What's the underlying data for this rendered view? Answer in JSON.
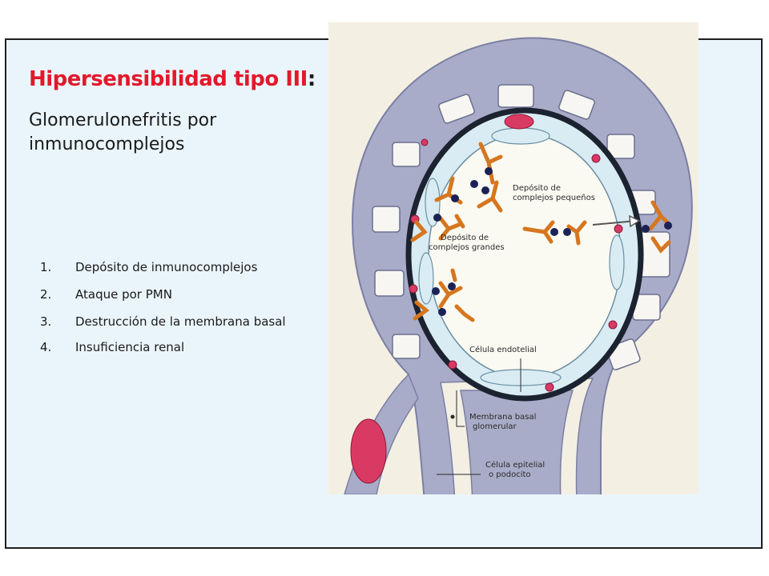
{
  "title": {
    "main": "Hipersensibilidad tipo III",
    "colon": ":",
    "subtitle_line1": "Glomerulonefritis por",
    "subtitle_line2": "inmunocomplejos"
  },
  "steps": [
    {
      "num": "1.",
      "text": "Depósito de inmunocomplejos"
    },
    {
      "num": "2.",
      "text": "Ataque por PMN"
    },
    {
      "num": "3.",
      "text": "Destrucción de la membrana basal"
    },
    {
      "num": "4.",
      "text": "Insuficiencia renal"
    }
  ],
  "figure_labels": {
    "small_deposit_1": "Depósito de",
    "small_deposit_2": "complejos pequeños",
    "large_deposit_1": "Depósito de",
    "large_deposit_2": "complejos grandes",
    "endothelial": "Célula endotelial",
    "basement_1": "Membrana basal",
    "basement_2": "glomerular",
    "epithelial_1": "Célula epitelial",
    "epithelial_2": "o podocito"
  },
  "colors": {
    "title_red": "#e3182b",
    "text_dark": "#1a1a1a",
    "slide_bg": "#eaf5fb",
    "figure_bg": "#f3efe3",
    "cell_gray": "#a9acc8",
    "membrane": "#1c2330",
    "endothelium": "#d9ecf3",
    "nucleus_pink": "#d93a63",
    "antibody_orange": "#d6761f",
    "antigen_navy": "#1b2255"
  }
}
